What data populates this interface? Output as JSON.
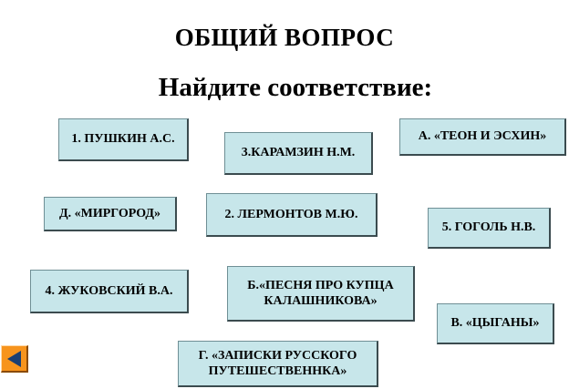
{
  "header": {
    "title": "ОБЩИЙ ВОПРОС",
    "subtitle": "Найдите соответствие:"
  },
  "cards": {
    "pushkin": "1. ПУШКИН А.С.",
    "karamzin": "3.КАРАМЗИН Н.М.",
    "teon": "А. «ТЕОН И ЭСХИН»",
    "mirgorod": "Д. «МИРГОРОД»",
    "lermontov": "2. ЛЕРМОНТОВ М.Ю.",
    "gogol": "5. ГОГОЛЬ Н.В.",
    "zhukovsky": "4. ЖУКОВСКИЙ В.А.",
    "pesnya_line1": "Б.«ПЕСНЯ ПРО КУПЦА",
    "pesnya_line2": "КАЛАШНИКОВА»",
    "tsygany": "В. «ЦЫГАНЫ»",
    "zapiski_line1": "Г. «ЗАПИСКИ РУССКОГО",
    "zapiski_line2": "ПУТЕШЕСТВЕННКА»"
  },
  "navigation": {
    "back_icon": "triangle-left-icon"
  },
  "colors": {
    "card_background": "#c7e6ea",
    "button_background": "#f7941d",
    "button_arrow": "#1a3f73"
  }
}
